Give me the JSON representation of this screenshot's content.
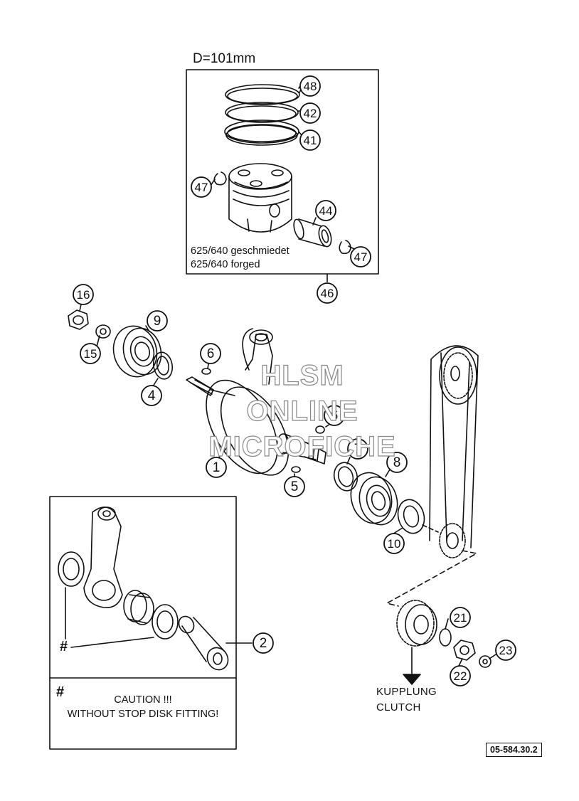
{
  "diagram": {
    "piston_kit_title": "D=101mm",
    "piston_note_line1": "625/640  geschmiedet",
    "piston_note_line2": "625/640  forged",
    "callouts": [
      "1",
      "2",
      "4",
      "5",
      "6",
      "6",
      "7",
      "8",
      "9",
      "10",
      "15",
      "16",
      "21",
      "22",
      "23",
      "41",
      "42",
      "44",
      "46",
      "47",
      "47",
      "48"
    ],
    "hash_mark": "#",
    "caution_hash": "#",
    "caution_line1": "CAUTION !!!",
    "caution_line2": "WITHOUT STOP DISK FITTING!",
    "clutch_label_de": "KUPPLUNG",
    "clutch_label_en": "CLUTCH",
    "drawing_code": "05-584.30.2",
    "watermark_line1": "HLSM",
    "watermark_line2": "ONLINE",
    "watermark_line3": "MICROFICHE"
  }
}
